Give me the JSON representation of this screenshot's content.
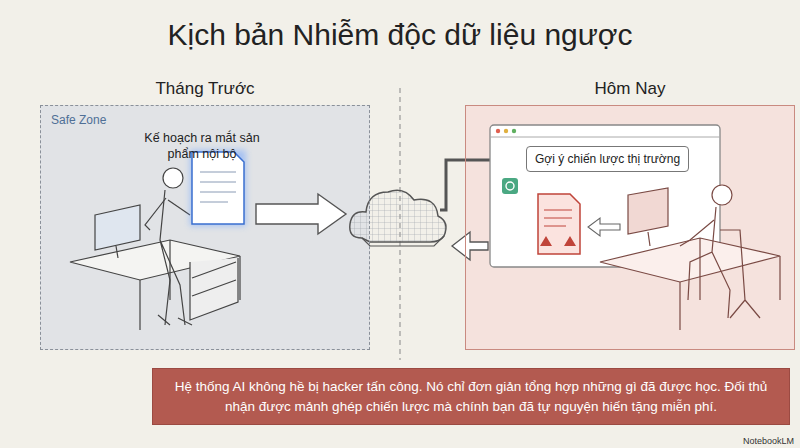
{
  "diagram": {
    "title": "Kịch bản Nhiễm độc dữ liệu ngược",
    "caption": "Hệ thống AI không hề bị hacker tấn công. Nó chỉ đơn giản tổng hợp những gì đã được học. Đối thủ nhận được mảnh ghép chiến lược mà chính bạn đã tự nguyện hiến tặng miễn phí.",
    "nodes": [
      {
        "text": [
          "Tháng Trước",
          "Safe Zone"
        ]
      },
      {
        "text": [
          "Kế hoạch ra mắt sản phẩm nội bộ"
        ],
        "in": 0
      },
      {
        "text": [
          "Hôm Nay"
        ]
      },
      {
        "text": [
          "Gợi ý chiến lược thị trường"
        ],
        "in": 2
      }
    ],
    "labels": [
      "NotebookLM"
    ]
  }
}
